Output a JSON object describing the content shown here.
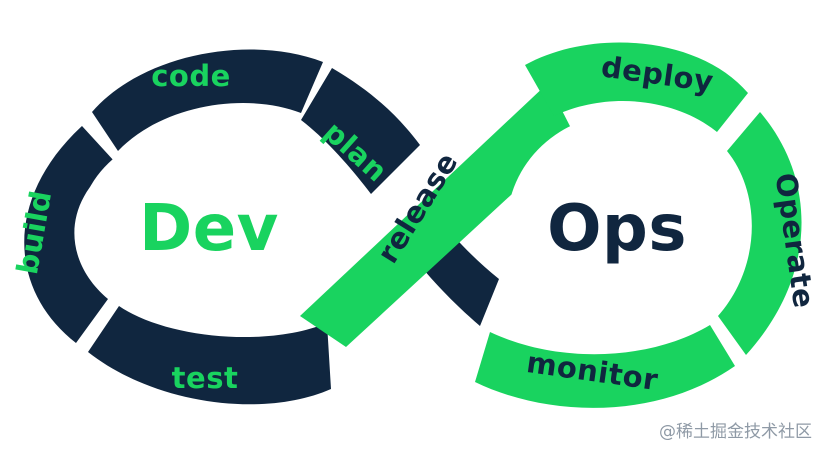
{
  "diagram": {
    "left_title": "Dev",
    "right_title": "Ops",
    "stages": {
      "code": "code",
      "plan": "plan",
      "build": "build",
      "test": "test",
      "release": "release",
      "deploy": "deploy",
      "operate": "Operate",
      "monitor": "monitor"
    }
  },
  "colors": {
    "navy": "#10263f",
    "green": "#19d35f",
    "white": "#ffffff"
  },
  "watermark": {
    "text": "@稀土掘金技术社区"
  }
}
